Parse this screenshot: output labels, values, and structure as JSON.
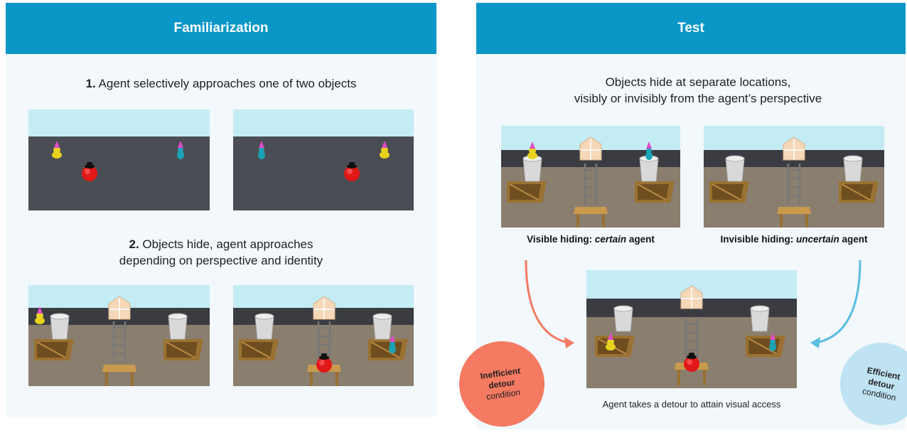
{
  "familiarization": {
    "header": "Familiarization",
    "step1_number": "1.",
    "step1_text": "Agent selectively approaches one of two objects",
    "step2_number": "2.",
    "step2_line1": "Objects hide, agent approaches",
    "step2_line2": "depending on perspective and identity"
  },
  "test": {
    "header": "Test",
    "intro_line1": "Objects hide at separate locations,",
    "intro_line2": "visibly or invisibly from the agent’s perspective",
    "visible_prefix": "Visible hiding: ",
    "visible_italic": "certain",
    "visible_suffix": " agent",
    "invisible_prefix": "Invisible hiding: ",
    "invisible_italic": "uncertain",
    "invisible_suffix": " agent",
    "bottom_caption": "Agent takes a detour to attain visual access",
    "inefficient_line1": "Inefficient",
    "inefficient_line2": "detour",
    "inefficient_line3": "condition",
    "efficient_line1": "Efficient",
    "efficient_line2": "detour",
    "efficient_line3": "condition"
  },
  "colors": {
    "header_blue": "#0a97c8",
    "panel_bg": "#f2f8fb",
    "inefficient_circle": "#f47a62",
    "efficient_circle": "#bfe3f2",
    "inefficient_arrow": "#f47a62",
    "efficient_arrow": "#5bbde2"
  }
}
